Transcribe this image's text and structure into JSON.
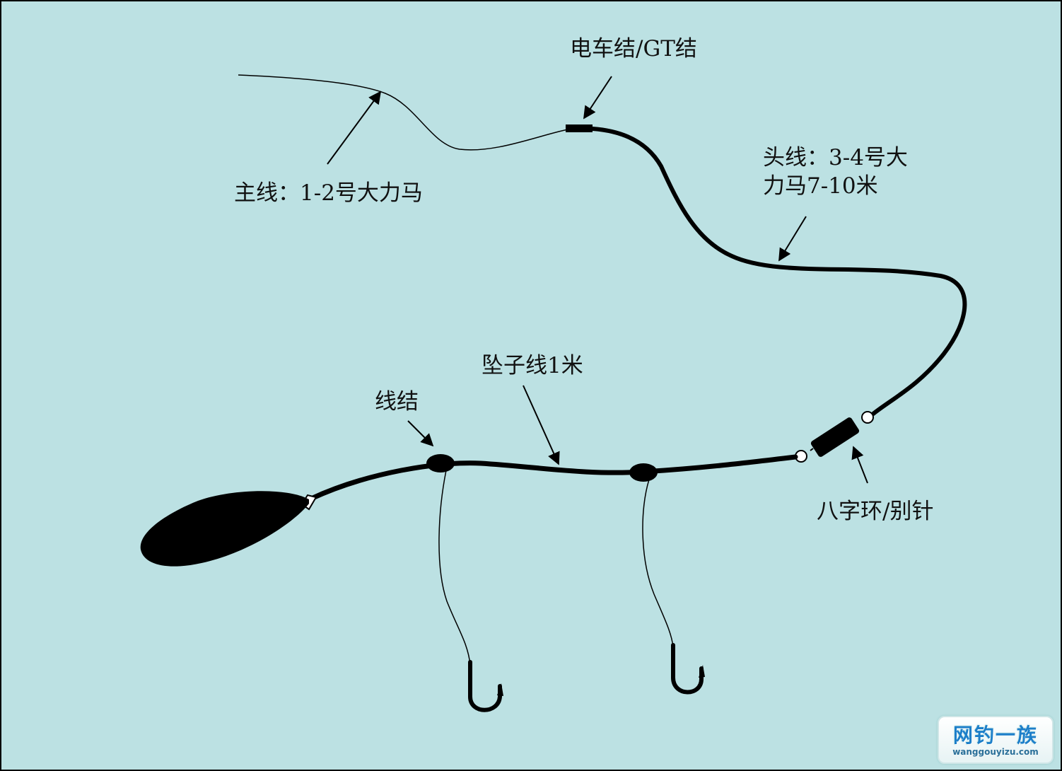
{
  "labels": {
    "main_line": "主线：1-2号大力马",
    "knot_top": "电车结/GT结",
    "leader_line1": "头线：3-4号大",
    "leader_line2": "力马7-10米",
    "sinker_line": "坠子线1米",
    "line_knot": "线结",
    "swivel": "八字环/别针"
  },
  "watermark": {
    "title": "网钓一族",
    "url": "wanggouyizu.com"
  },
  "colors": {
    "background": "#bce1e3",
    "line": "#000000",
    "text": "#111111"
  }
}
